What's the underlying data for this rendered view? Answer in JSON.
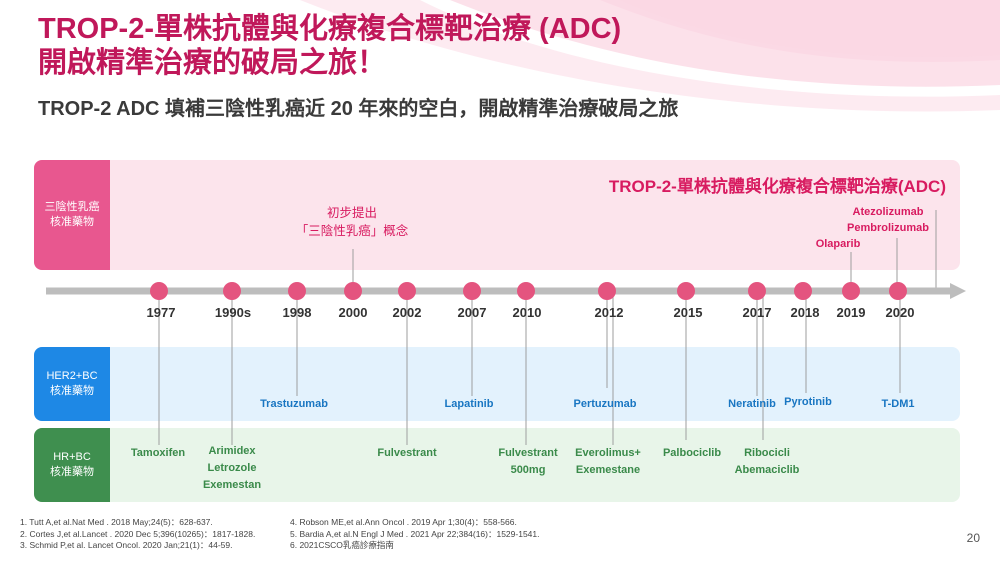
{
  "slide": {
    "title_line1": "TROP-2-單株抗體與化療複合標靶治療 (ADC)",
    "title_line2": "開啟精準治療的破局之旅！",
    "subtitle": "TROP-2 ADC 填補三陰性乳癌近 20 年來的空白，開啟精準治療破局之旅",
    "page_number": "20"
  },
  "bands": {
    "tnbc": {
      "label": "三陰性乳癌\n核准藥物",
      "title": "TROP-2-單株抗體與化療複合標靶治療(ADC)"
    },
    "her2": {
      "label": "HER2+BC\n核准藥物"
    },
    "hr": {
      "label": "HR+BC\n核准藥物"
    }
  },
  "concept_note": {
    "line1": "初步提出",
    "line2": "「三陰性乳癌」概念"
  },
  "years": [
    "1977",
    "1990s",
    "1998",
    "2000",
    "2002",
    "2007",
    "2010",
    "2012",
    "2015",
    "2017",
    "2018",
    "2019",
    "2020"
  ],
  "drugs_tnbc": {
    "olaparib": "Olaparib",
    "atezolizumab": "Atezolizumab",
    "pembrolizumab": "Pembrolizumab"
  },
  "drugs_her2": {
    "trastuzumab": "Trastuzumab",
    "lapatinib": "Lapatinib",
    "pertuzumab": "Pertuzumab",
    "neratinib": "Neratinib",
    "pyrotinib": "Pyrotinib",
    "tdm1": "T-DM1"
  },
  "drugs_hr": {
    "tamoxifen": "Tamoxifen",
    "arimidex": "Arimidex",
    "letrozole": "Letrozole",
    "exemestan": "Exemestan",
    "fulvestrant": "Fulvestrant",
    "fulvestrant500_1": "Fulvestrant",
    "fulvestrant500_2": "500mg",
    "everolimus_1": "Everolimus+",
    "everolimus_2": "Exemestane",
    "palbociclib": "Palbociclib",
    "ribocicli": "Ribocicli",
    "abemaciclib": "Abemaciclib"
  },
  "references": [
    "1.   Tutt A,et al.Nat Med . 2018 May;24(5)：628-637.",
    "2.   Cortes J,et al.Lancet . 2020 Dec 5;396(10265)：1817-1828.",
    "3.   Schmid P,et al. Lancet Oncol. 2020 Jan;21(1)：44-59.",
    "4.   Robson ME,et al.Ann Oncol . 2019 Apr 1;30(4)：558-566.",
    "5.   Bardia A,et al.N Engl J Med . 2021 Apr 22;384(16)：1529-1541.",
    "6.   2021CSCO乳癌診療指南"
  ],
  "colors": {
    "accent": "#d81b60",
    "tnbc_band": "#fce4ec",
    "tnbc_label": "#e8578f",
    "her2_band": "#e3f2fd",
    "her2_label": "#1e88e5",
    "hr_band": "#e8f5e9",
    "hr_label": "#3f8f4f",
    "dot": "#e4547f",
    "axis": "#bdbdbd"
  }
}
